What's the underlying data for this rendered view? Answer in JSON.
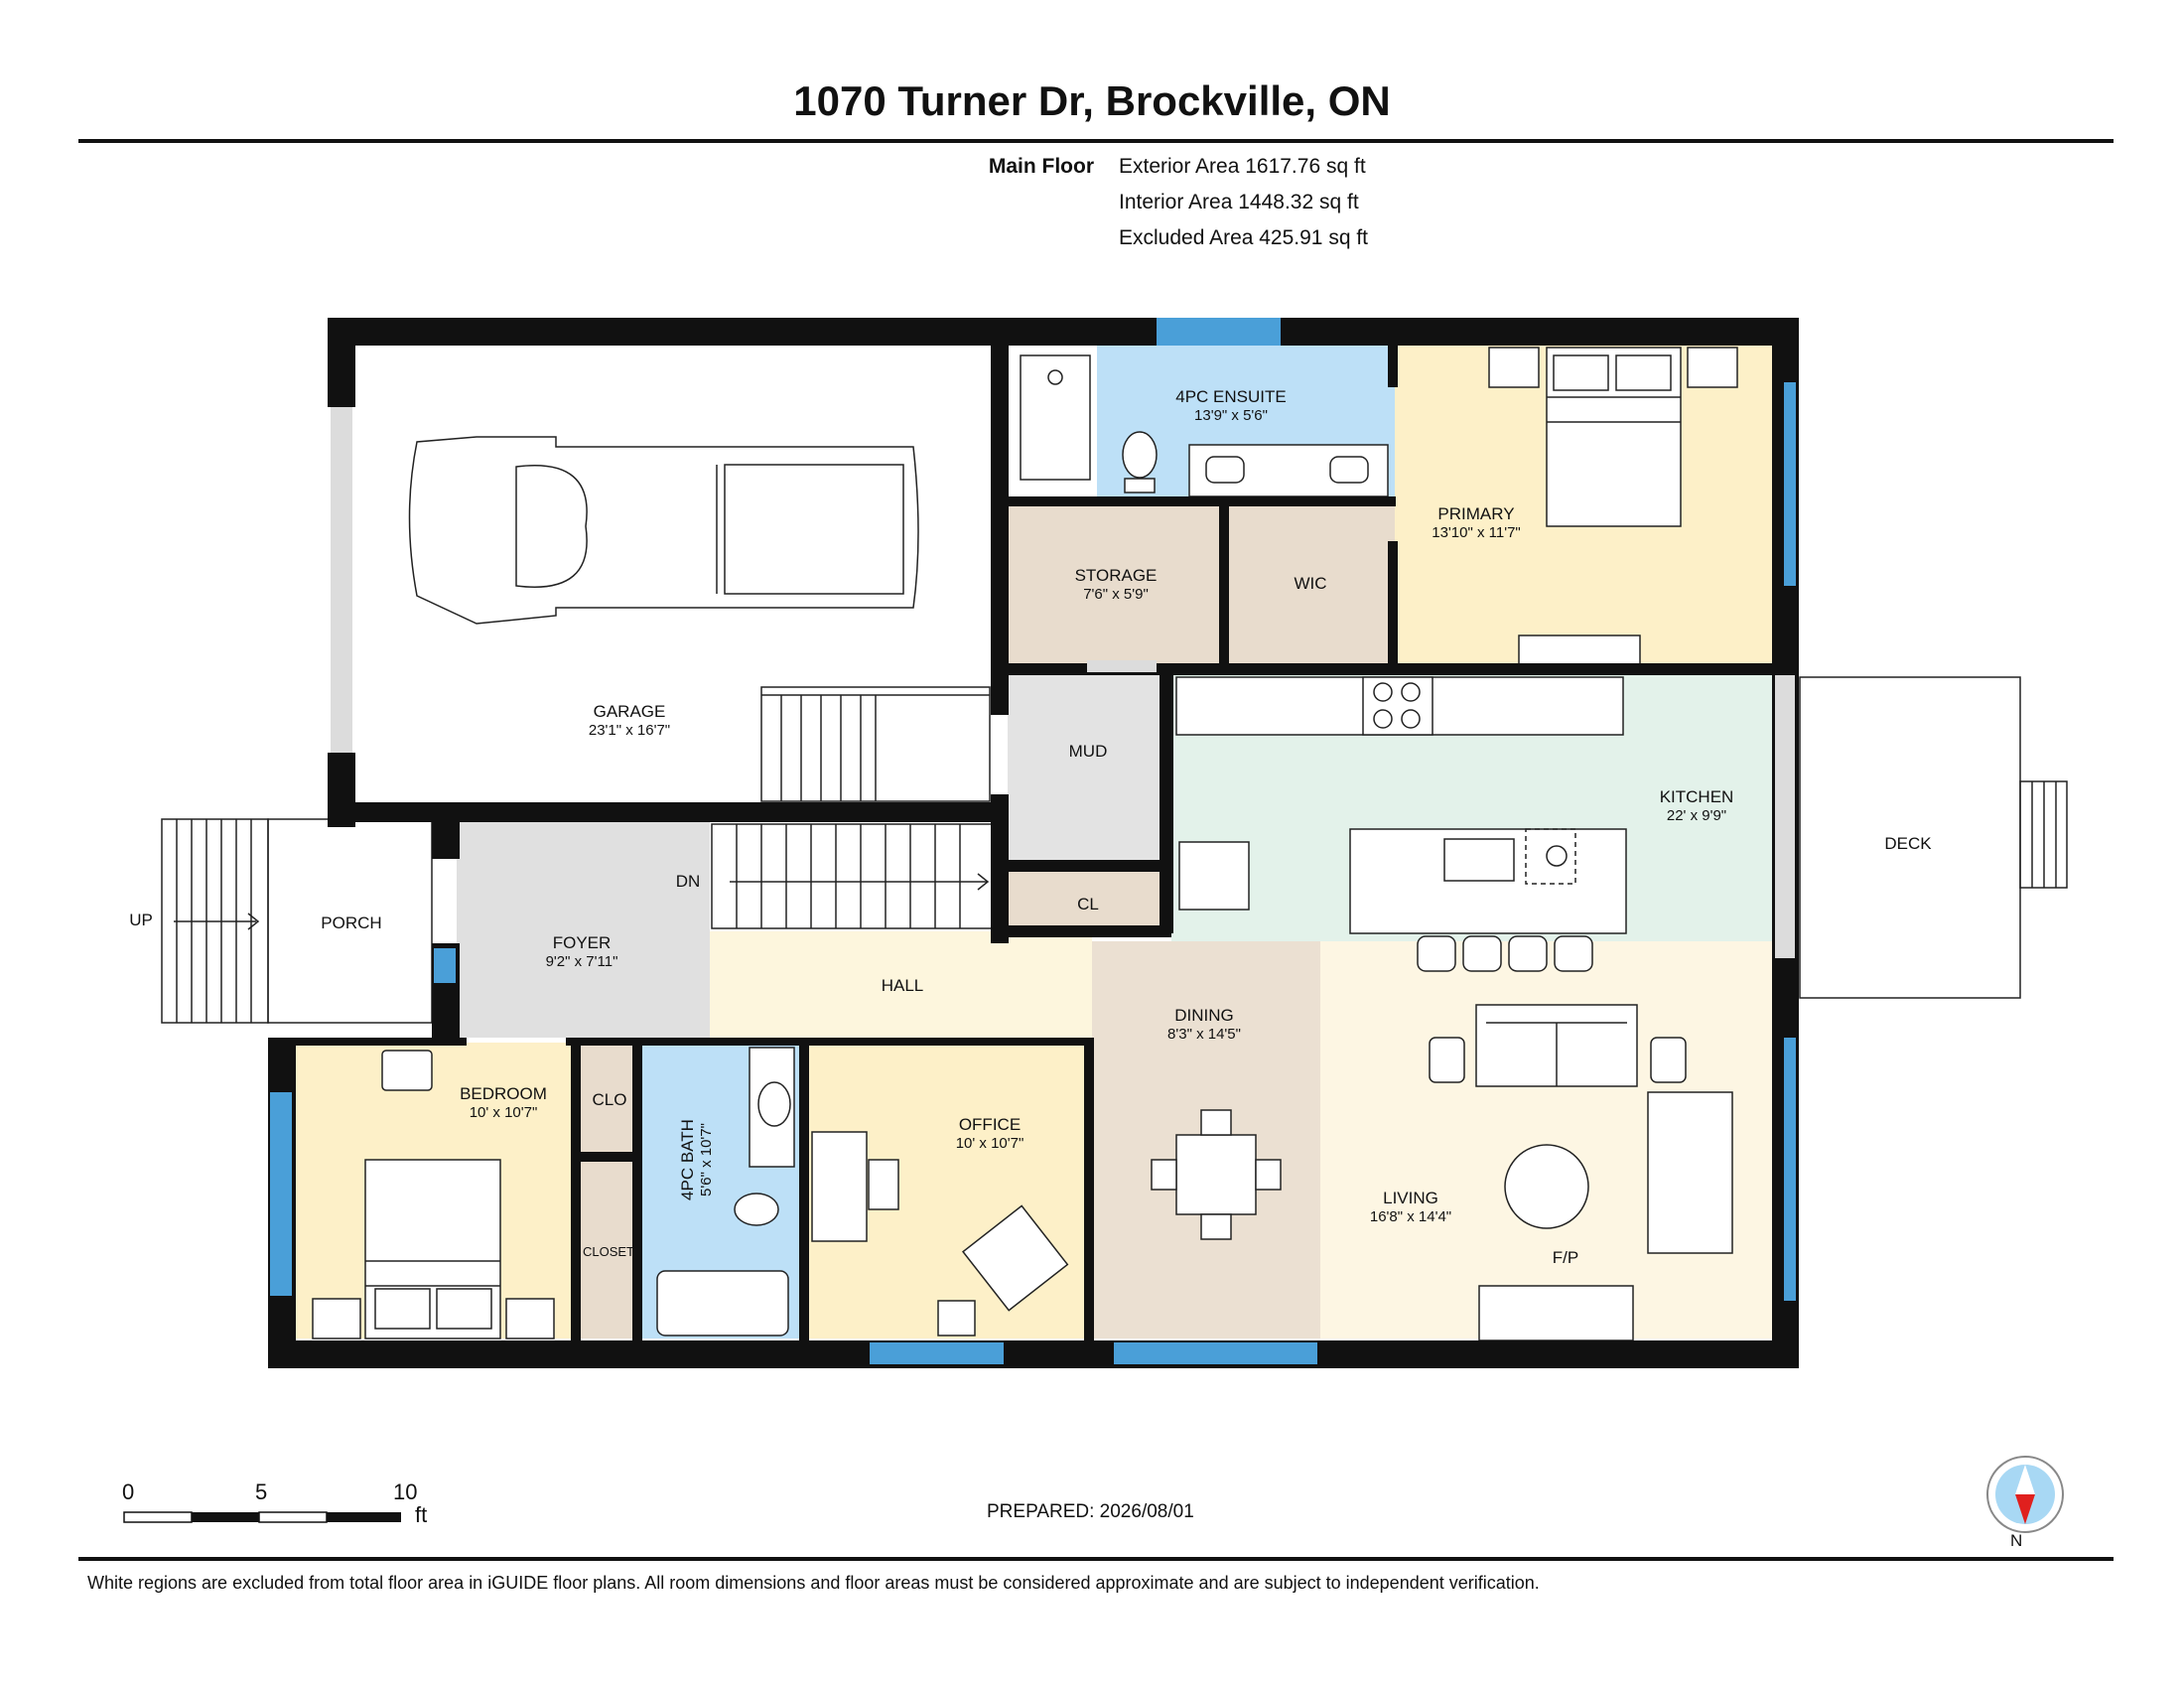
{
  "header": {
    "title": "1070 Turner Dr, Brockville, ON",
    "floor_name": "Main Floor",
    "areas": [
      "Exterior Area 1617.76 sq ft",
      "Interior Area 1448.32 sq ft",
      "Excluded Area 425.91 sq ft"
    ]
  },
  "rooms": {
    "garage": {
      "name": "GARAGE",
      "dim": "23'1\" x 16'7\""
    },
    "ensuite": {
      "name": "4PC ENSUITE",
      "dim": "13'9\" x 5'6\""
    },
    "primary": {
      "name": "PRIMARY",
      "dim": "13'10\" x 11'7\""
    },
    "storage": {
      "name": "STORAGE",
      "dim": "7'6\" x 5'9\""
    },
    "wic": {
      "name": "WIC"
    },
    "mud": {
      "name": "MUD"
    },
    "kitchen": {
      "name": "KITCHEN",
      "dim": "22' x 9'9\""
    },
    "deck": {
      "name": "DECK"
    },
    "porch": {
      "name": "PORCH"
    },
    "up": {
      "name": "UP"
    },
    "foyer": {
      "name": "FOYER",
      "dim": "9'2\" x 7'11\""
    },
    "dn": {
      "name": "DN"
    },
    "cl": {
      "name": "CL"
    },
    "hall": {
      "name": "HALL"
    },
    "dining": {
      "name": "DINING",
      "dim": "8'3\" x 14'5\""
    },
    "bedroom": {
      "name": "BEDROOM",
      "dim": "10' x 10'7\""
    },
    "clo": {
      "name": "CLO"
    },
    "closet": {
      "name": "CLOSET"
    },
    "bath": {
      "name": "4PC BATH",
      "dim": "5'6\" x 10'7\""
    },
    "office": {
      "name": "OFFICE",
      "dim": "10' x 10'7\""
    },
    "living": {
      "name": "LIVING",
      "dim": "16'8\" x 14'4\""
    },
    "fp": {
      "name": "F/P"
    }
  },
  "colors": {
    "wall": "#111111",
    "window": "#4a9fd8",
    "bath": "#bde0f7",
    "bedroom": "#fdf0c8",
    "utility": "#e8dccd",
    "kitchen": "#e3f2ea",
    "foyer": "#e0e0e0",
    "hall": "#fdf6dd",
    "dining": "#ebe0d2",
    "living": "#fdf6e3"
  },
  "scale": {
    "ticks": [
      "0",
      "5",
      "10"
    ],
    "unit": "ft"
  },
  "compass": {
    "letter": "N"
  },
  "footer": {
    "prepared": "PREPARED: 2026/08/01",
    "disclaimer": "White regions are excluded from total floor area in iGUIDE floor plans. All room dimensions and floor areas must be considered approximate and are subject to independent verification."
  }
}
